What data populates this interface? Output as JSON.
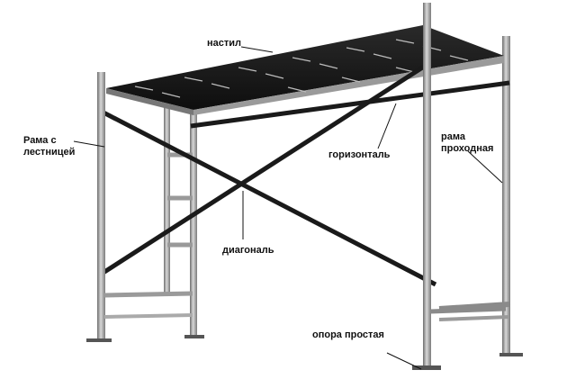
{
  "labels": {
    "deck": "настил",
    "ladder_frame": [
      "Рама с",
      "лестницей"
    ],
    "horizontal": "горизонталь",
    "walk_frame": [
      "рама",
      "проходная"
    ],
    "diagonal": "диагональ",
    "base": "опора простая"
  },
  "colors": {
    "frame": "#8f8f8f",
    "frame_dark": "#5a5a5a",
    "deck": "#1e1e1e",
    "bar": "#1a1a1a"
  }
}
